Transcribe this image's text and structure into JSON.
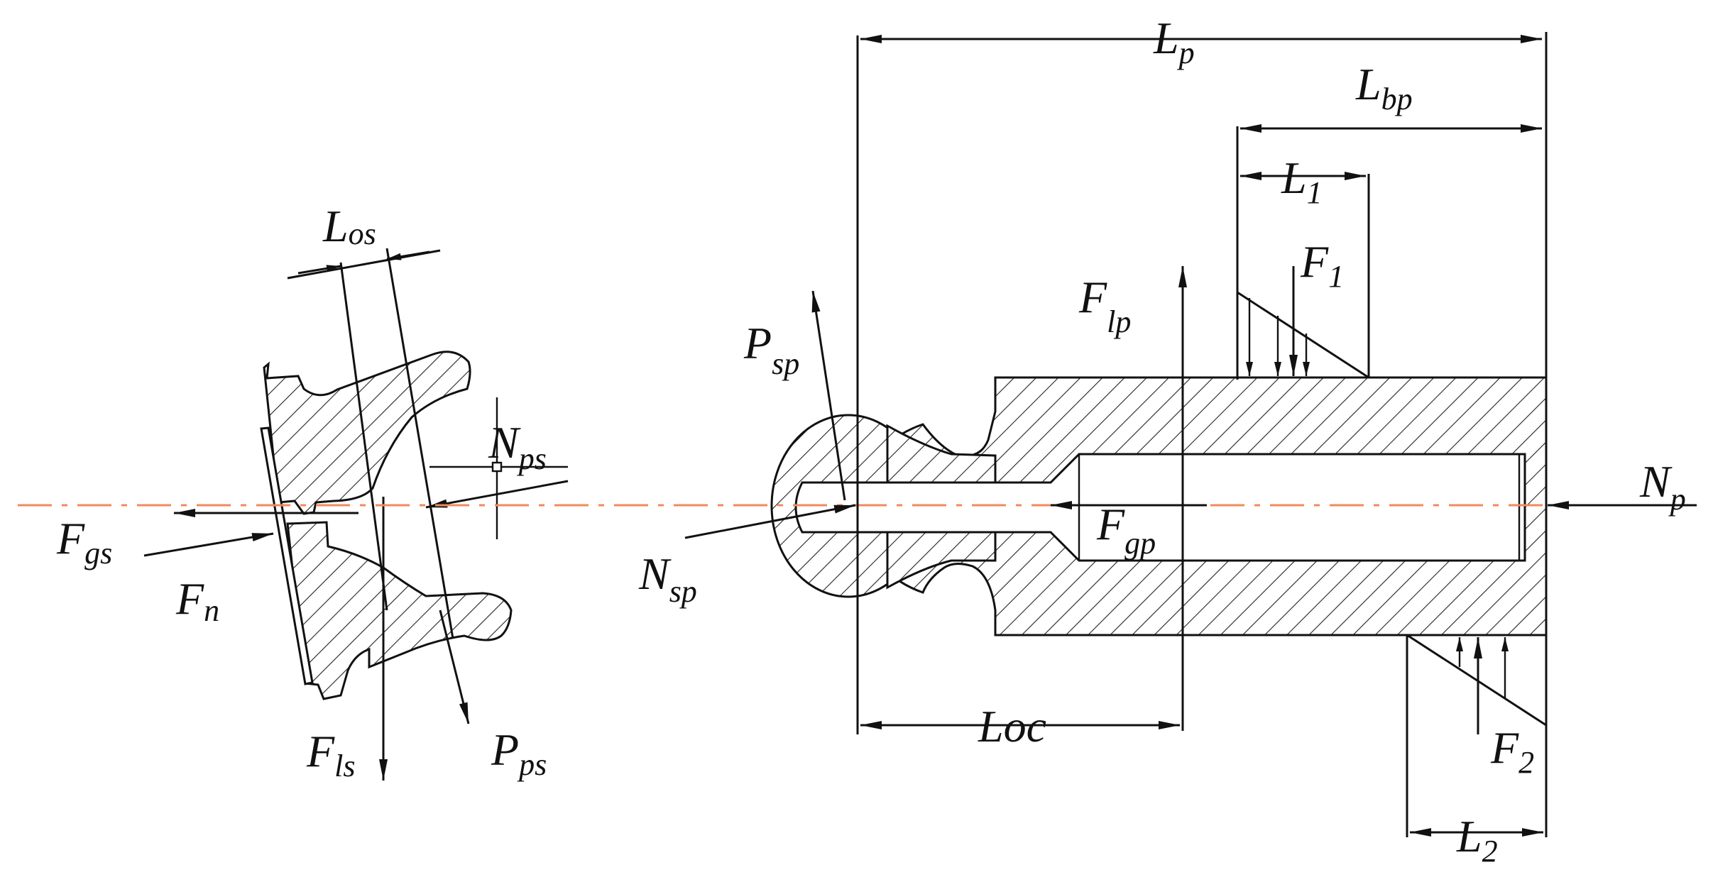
{
  "colors": {
    "line": "#111111",
    "centerline": "#f08a5d",
    "background": "#ffffff"
  },
  "labels": {
    "L_p": {
      "main": "L",
      "sub": "p"
    },
    "L_bp": {
      "main": "L",
      "sub": "bp"
    },
    "L_1": {
      "main": "L",
      "sub": "1"
    },
    "F_1": {
      "main": "F",
      "sub": "1"
    },
    "F_lp": {
      "main": "F",
      "sub": "lp"
    },
    "P_sp": {
      "main": "P",
      "sub": "sp"
    },
    "L_os": {
      "main": "L",
      "sub": "os"
    },
    "N_ps": {
      "main": "N",
      "sub": "ps"
    },
    "F_gs": {
      "main": "F",
      "sub": "gs"
    },
    "F_n": {
      "main": "F",
      "sub": "n"
    },
    "N_sp": {
      "main": "N",
      "sub": "sp"
    },
    "F_gp": {
      "main": "F",
      "sub": "gp"
    },
    "N_p": {
      "main": "N",
      "sub": "p"
    },
    "F_ls": {
      "main": "F",
      "sub": "ls"
    },
    "P_ps": {
      "main": "P",
      "sub": "ps"
    },
    "Loc": {
      "main": "Loc",
      "sub": ""
    },
    "F_2": {
      "main": "F",
      "sub": "2"
    },
    "L_2": {
      "main": "L",
      "sub": "2"
    }
  }
}
